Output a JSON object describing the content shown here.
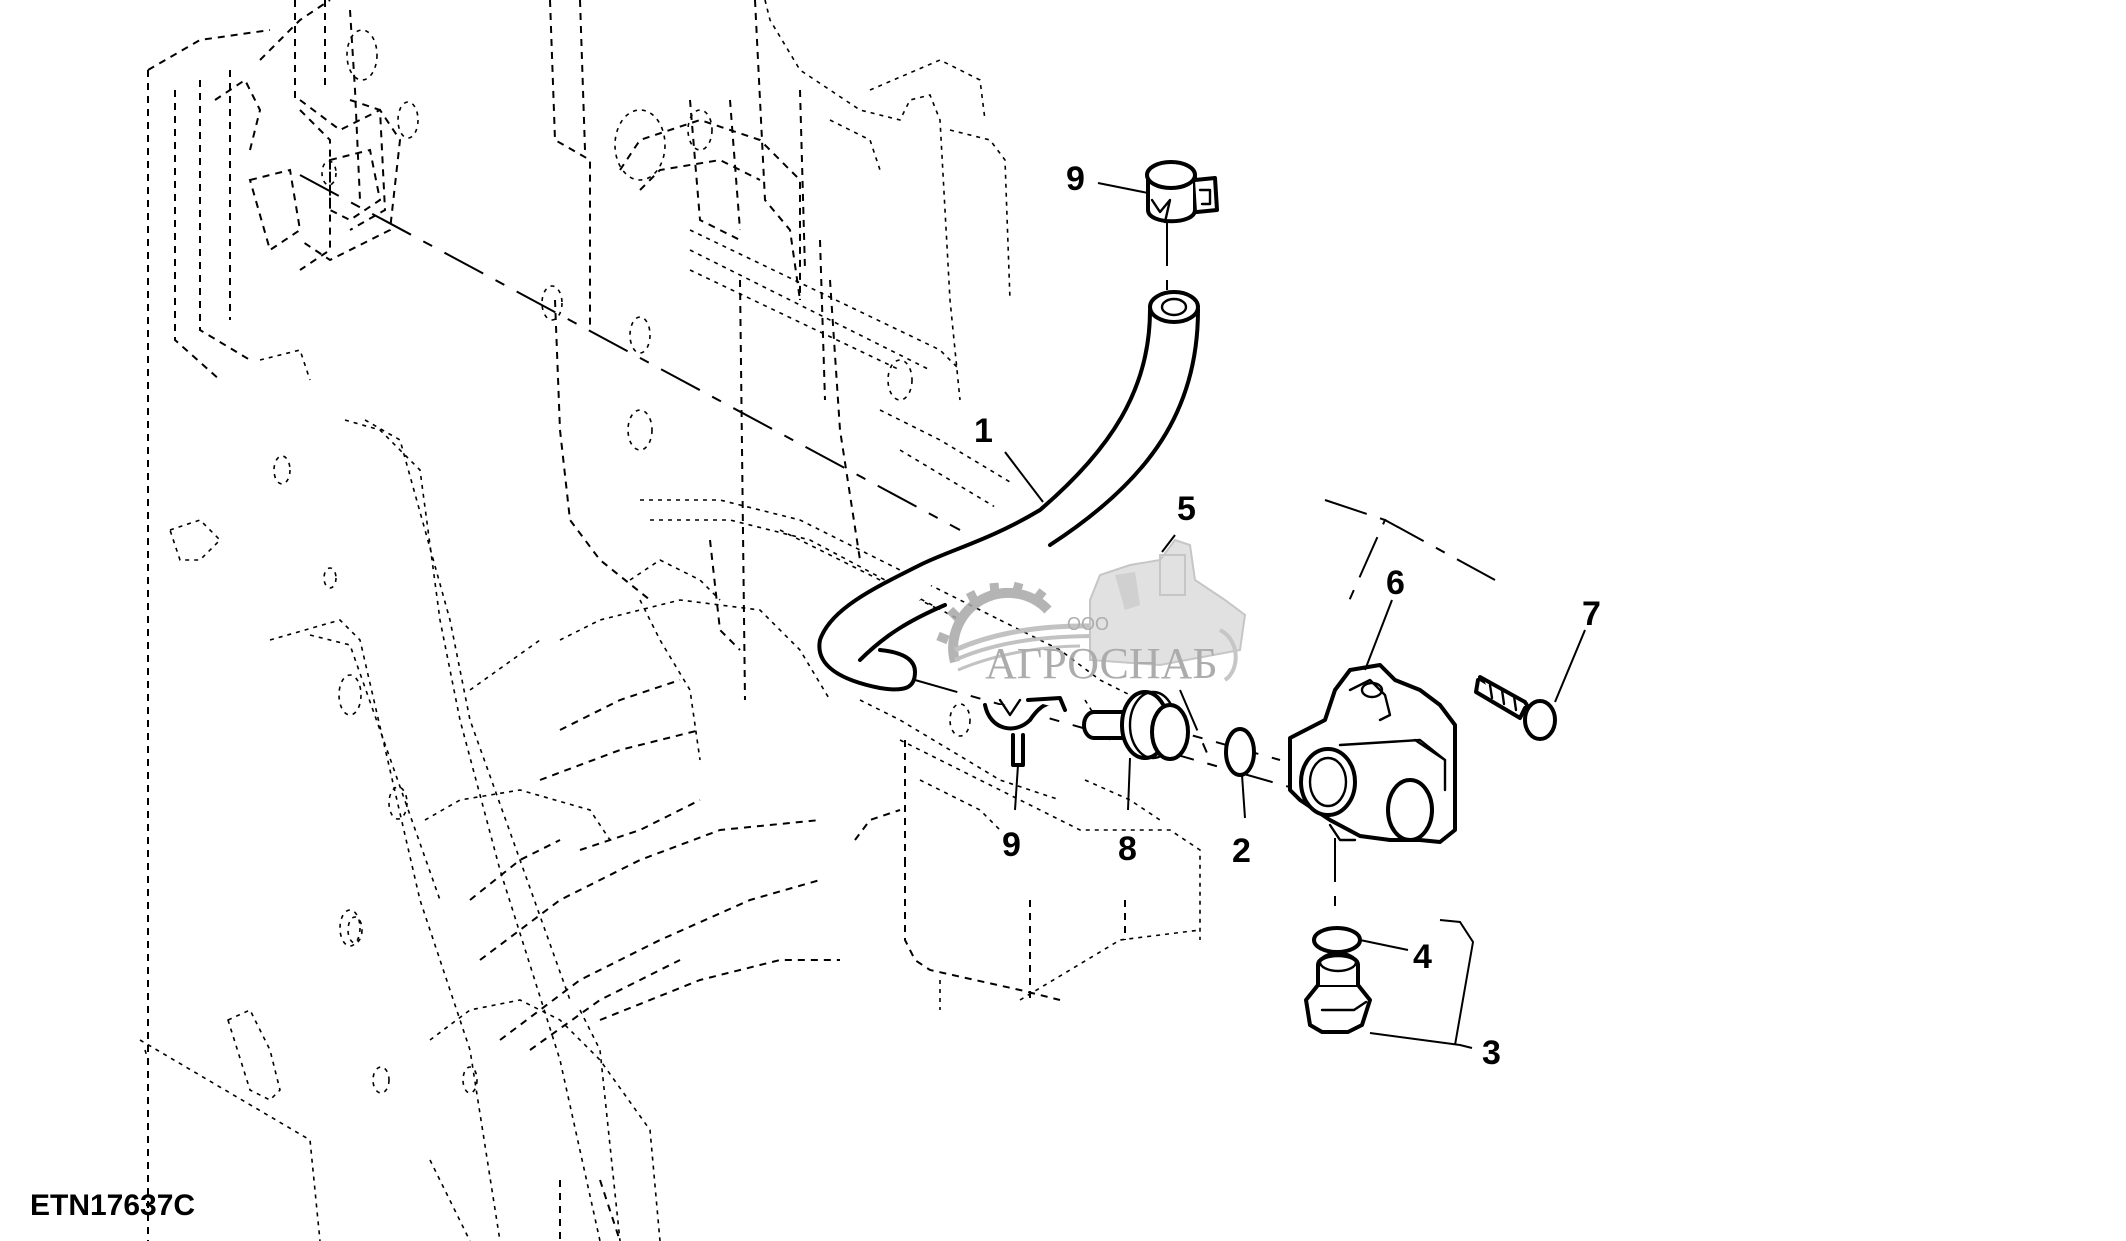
{
  "diagram": {
    "type": "exploded-parts-view",
    "figure_id": "ETN17637C",
    "background_color": "#ffffff",
    "line_color": "#000000",
    "callouts": [
      {
        "id": "callout-1",
        "label": "1",
        "part": "hose"
      },
      {
        "id": "callout-2",
        "label": "2",
        "part": "o-ring"
      },
      {
        "id": "callout-3",
        "label": "3",
        "part": "plug-assembly"
      },
      {
        "id": "callout-4",
        "label": "4",
        "part": "o-ring-small"
      },
      {
        "id": "callout-5",
        "label": "5",
        "part": "hose-routing-centerline"
      },
      {
        "id": "callout-6",
        "label": "6",
        "part": "fitting-block"
      },
      {
        "id": "callout-7",
        "label": "7",
        "part": "cap-screw"
      },
      {
        "id": "callout-8",
        "label": "8",
        "part": "adapter-fitting"
      },
      {
        "id": "callout-9a",
        "label": "9",
        "part": "hose-clamp-top"
      },
      {
        "id": "callout-9b",
        "label": "9",
        "part": "hose-clamp-bottom"
      }
    ]
  },
  "watermark": {
    "prefix": "ООО",
    "name": "АГРОСНАБ",
    "color": "#9e9e9e"
  }
}
